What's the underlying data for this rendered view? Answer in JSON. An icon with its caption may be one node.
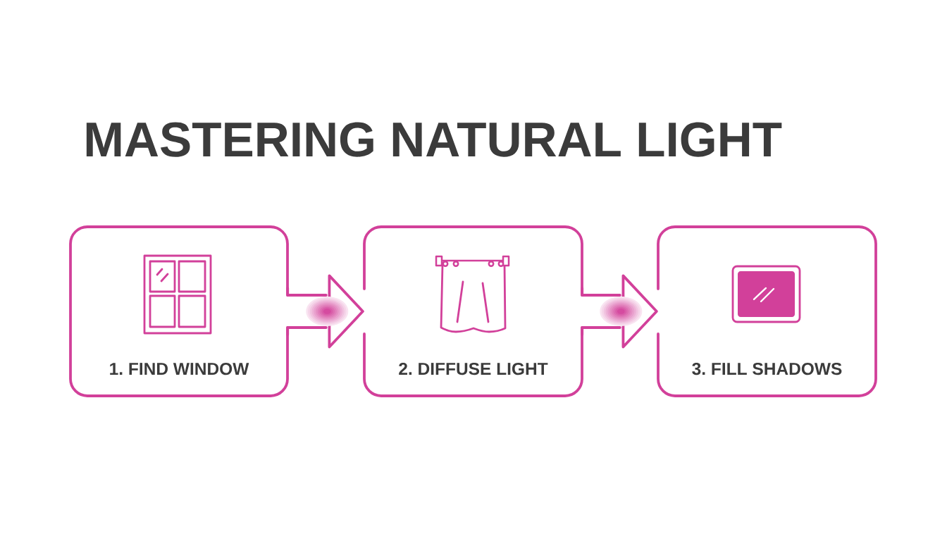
{
  "diagram": {
    "title": "MASTERING NATURAL LIGHT",
    "nodes": [
      {
        "text": [
          "1. FIND WINDOW"
        ]
      },
      {
        "text": [
          "2. DIFFUSE LIGHT"
        ]
      },
      {
        "text": [
          "3. FILL SHADOWS"
        ]
      }
    ],
    "edges": [
      {
        "from": 0,
        "to": 1,
        "arrow": "to"
      },
      {
        "from": 1,
        "to": 2,
        "arrow": "to"
      }
    ]
  }
}
